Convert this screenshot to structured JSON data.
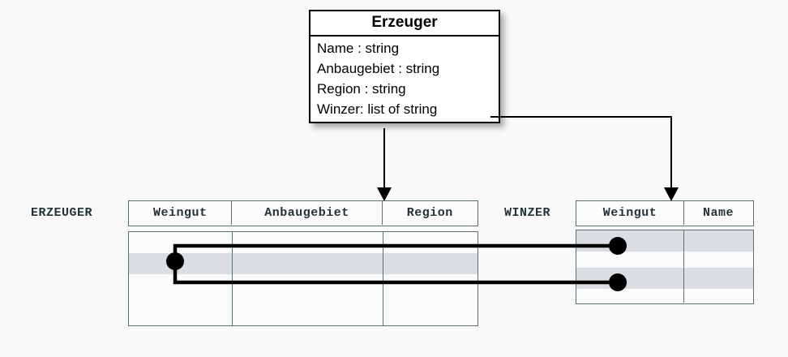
{
  "diagram": {
    "background_color": "#f9f9fa",
    "uml_class": {
      "name": "Erzeuger",
      "attributes": [
        "Name : string",
        "Anbaugebiet : string",
        "Region : string",
        "Winzer: list of string"
      ]
    },
    "relations": [
      {
        "label": "ERZEUGER",
        "columns": [
          "Weingut",
          "Anbaugebiet",
          "Region"
        ],
        "row_count": 4,
        "shaded_rows": [
          1
        ]
      },
      {
        "label": "WINZER",
        "columns": [
          "Weingut",
          "Name"
        ],
        "row_count": 4,
        "shaded_rows": [
          0,
          2
        ]
      }
    ],
    "connectors": {
      "mapping_arrow_label": "down-arrow",
      "link_line_color": "#000000",
      "link_dot_color": "#000000",
      "table_border_color": "#5c6f77",
      "shade_color": "#dadde1"
    }
  }
}
